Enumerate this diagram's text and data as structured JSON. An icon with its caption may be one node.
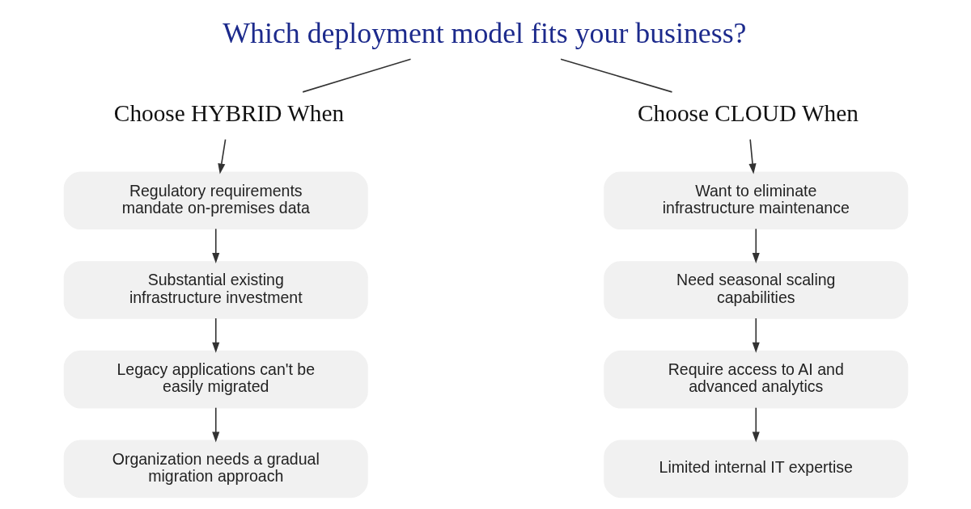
{
  "diagram": {
    "nodes": [
      {
        "text": [
          "Which deployment model fits your business?"
        ]
      },
      {
        "text": [
          "Choose HYBRID When"
        ]
      },
      {
        "text": [
          "Regulatory requirements mandate on-premises data"
        ]
      },
      {
        "text": [
          "Substantial existing infrastructure investment"
        ]
      },
      {
        "text": [
          "Legacy applications can't be easily migrated"
        ]
      },
      {
        "text": [
          "Organization needs a gradual migration approach"
        ]
      },
      {
        "text": [
          "Choose CLOUD When"
        ]
      },
      {
        "text": [
          "Want to eliminate infrastructure maintenance"
        ]
      },
      {
        "text": [
          "Need seasonal scaling capabilities"
        ]
      },
      {
        "text": [
          "Require access to AI and advanced analytics"
        ]
      },
      {
        "text": [
          "Limited internal IT expertise"
        ]
      }
    ],
    "edges": [
      {
        "from": 0,
        "to": 1,
        "arrow": "none"
      },
      {
        "from": 0,
        "to": 6,
        "arrow": "none"
      },
      {
        "from": 1,
        "to": 2,
        "arrow": "to"
      },
      {
        "from": 2,
        "to": 3,
        "arrow": "to"
      },
      {
        "from": 3,
        "to": 4,
        "arrow": "to"
      },
      {
        "from": 4,
        "to": 5,
        "arrow": "to"
      },
      {
        "from": 6,
        "to": 7,
        "arrow": "to"
      },
      {
        "from": 7,
        "to": 8,
        "arrow": "to"
      },
      {
        "from": 8,
        "to": 9,
        "arrow": "to"
      },
      {
        "from": 9,
        "to": 10,
        "arrow": "to"
      }
    ]
  }
}
